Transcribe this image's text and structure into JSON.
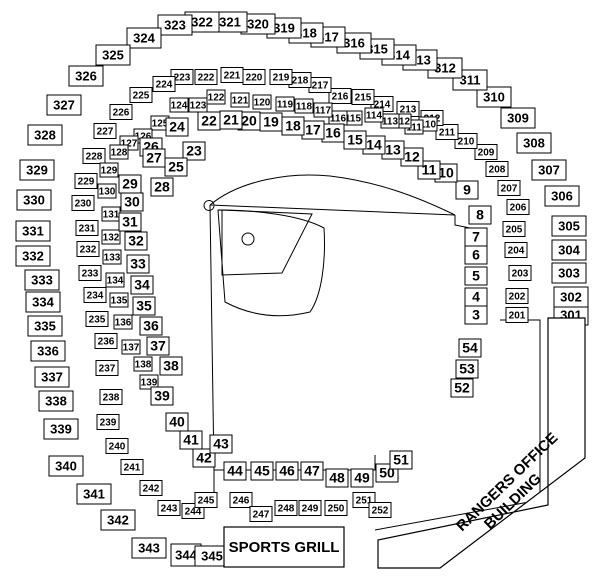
{
  "map": {
    "sections": [
      "301",
      "302",
      "303",
      "304",
      "305",
      "306",
      "307",
      "308",
      "309",
      "310",
      "311",
      "312",
      "313",
      "314",
      "315",
      "316",
      "317",
      "318",
      "319",
      "320",
      "321",
      "322",
      "323",
      "324",
      "325",
      "326",
      "327",
      "328",
      "329",
      "330",
      "331",
      "332",
      "333",
      "334",
      "335",
      "336",
      "337",
      "338",
      "339",
      "340",
      "341",
      "342",
      "343",
      "344",
      "345",
      "201",
      "202",
      "203",
      "204",
      "205",
      "206",
      "207",
      "208",
      "209",
      "210",
      "211",
      "212",
      "213",
      "214",
      "215",
      "216",
      "217",
      "218",
      "219",
      "220",
      "221",
      "222",
      "223",
      "224",
      "225",
      "226",
      "227",
      "228",
      "229",
      "230",
      "231",
      "232",
      "233",
      "234",
      "235",
      "236",
      "237",
      "238",
      "239",
      "240",
      "241",
      "242",
      "243",
      "244",
      "245",
      "246",
      "247",
      "248",
      "249",
      "250",
      "251",
      "252",
      "110",
      "111",
      "112",
      "113",
      "114",
      "115",
      "116",
      "117",
      "118",
      "119",
      "120",
      "121",
      "122",
      "123",
      "124",
      "125",
      "126",
      "127",
      "128",
      "129",
      "130",
      "131",
      "132",
      "133",
      "134",
      "135",
      "136",
      "137",
      "138",
      "139",
      "3",
      "4",
      "5",
      "6",
      "7",
      "8",
      "9",
      "10",
      "11",
      "12",
      "13",
      "14",
      "15",
      "16",
      "17",
      "18",
      "19",
      "20",
      "21",
      "22",
      "23",
      "24",
      "25",
      "26",
      "27",
      "28",
      "29",
      "30",
      "31",
      "32",
      "33",
      "34",
      "35",
      "36",
      "37",
      "38",
      "39",
      "40",
      "41",
      "42",
      "43",
      "44",
      "45",
      "46",
      "47",
      "48",
      "49",
      "50",
      "51",
      "52",
      "53",
      "54"
    ],
    "buildings": {
      "sports_grill": "SPORTS GRILL",
      "office_line1": "RANGERS OFFICE",
      "office_line2": "BUILDING"
    }
  }
}
